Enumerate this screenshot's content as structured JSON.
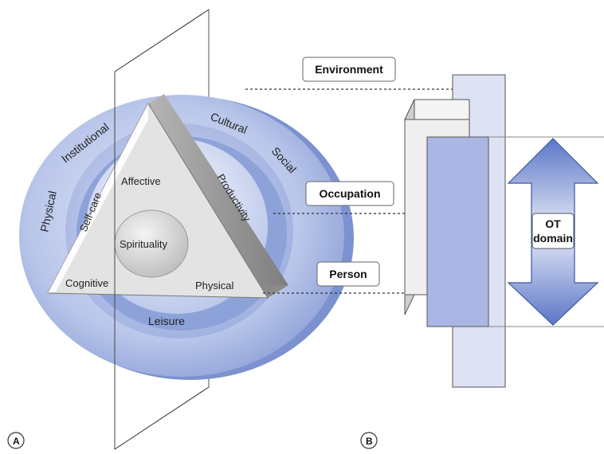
{
  "panel_a": {
    "label": "A",
    "environment": {
      "physical": "Physical",
      "institutional": "Institutional",
      "cultural": "Cultural",
      "social": "Social"
    },
    "occupation": {
      "self_care": "Self-care",
      "productivity": "Productivity",
      "leisure": "Leisure"
    },
    "person": {
      "affective": "Affective",
      "cognitive": "Cognitive",
      "physical": "Physical",
      "spirituality": "Spirituality"
    }
  },
  "panel_b": {
    "label": "B",
    "environment": "Environment",
    "occupation": "Occupation",
    "person": "Person",
    "ot_domain_line1": "OT",
    "ot_domain_line2": "domain"
  },
  "colors": {
    "ring_dark": "#7f93cf",
    "ring_mid": "#a9b7e2",
    "ring_light": "#c9d3ef",
    "inner_blue": "#93a6dc",
    "triangle_face": "#e4e4e4",
    "triangle_side": "#9a9a9a",
    "panel_back": "#dde2f4",
    "panel_person": "#aab7e4",
    "arrow_top": "#5873c4",
    "arrow_light": "#dde4f7"
  }
}
